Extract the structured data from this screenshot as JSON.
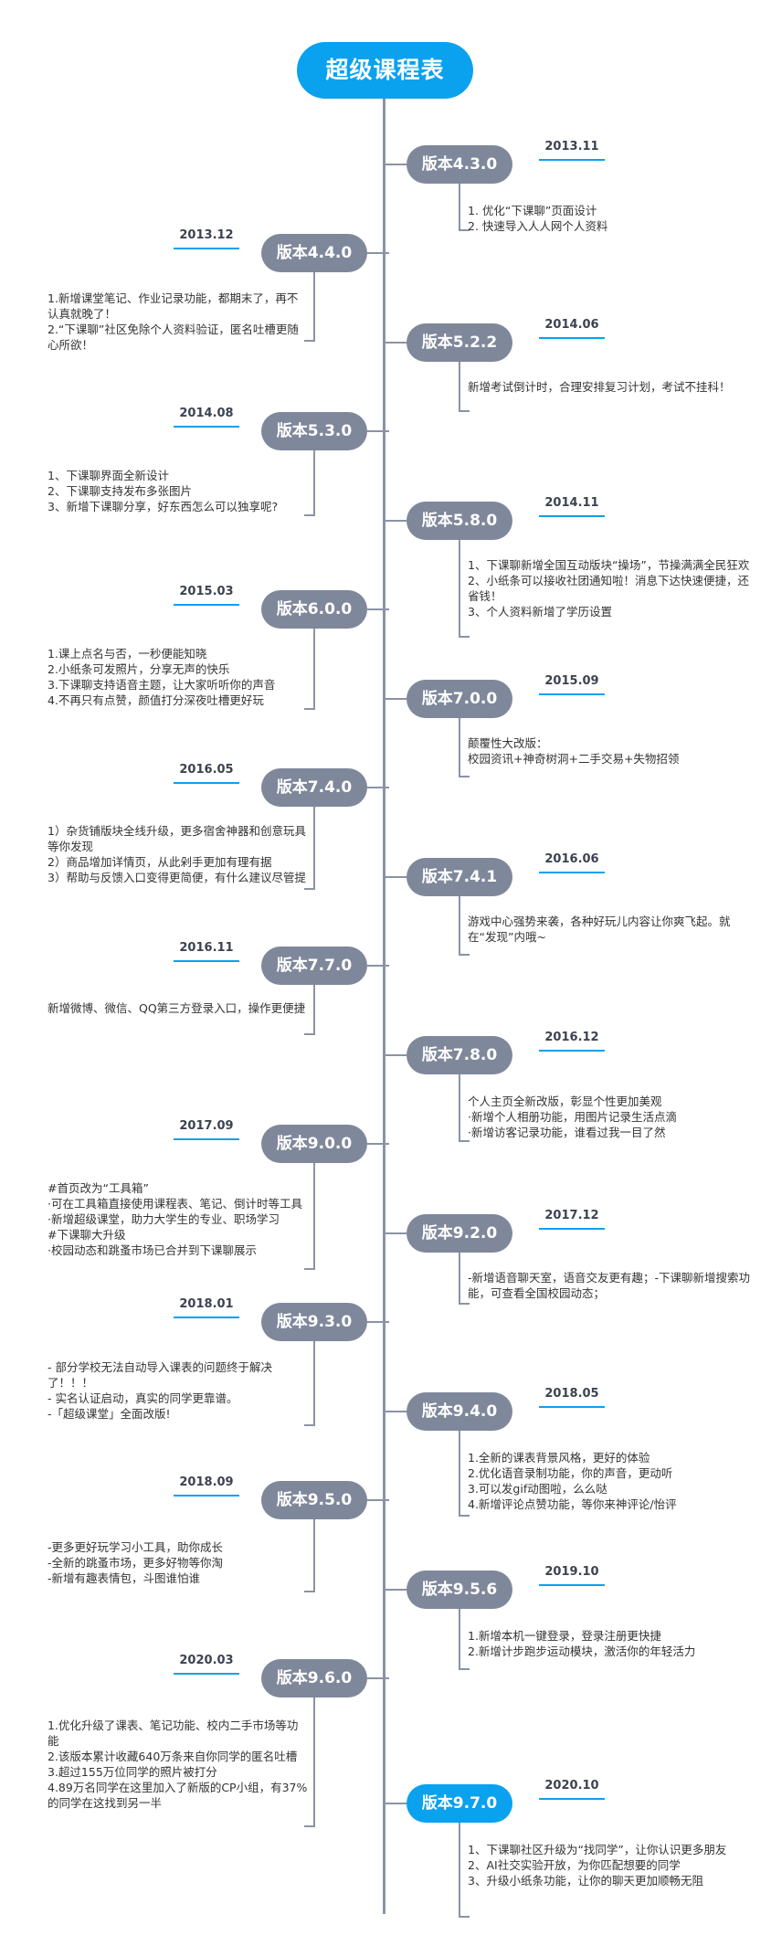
{
  "title": "超级课程表",
  "timeline": [
    {
      "side": "right",
      "version": "版本4.3.0",
      "date": "2013.11",
      "text": "1. 优化“下课聊”页面设计\n2. 快速导入人人网个人资料"
    },
    {
      "side": "left",
      "version": "版本4.4.0",
      "date": "2013.12",
      "text": "1.新增课堂笔记、作业记录功能，都期末了，再不认真就晚了！\n2.“下课聊”社区免除个人资料验证，匿名吐槽更随心所欲！"
    },
    {
      "side": "right",
      "version": "版本5.2.2",
      "date": "2014.06",
      "text": "新增考试倒计时，合理安排复习计划，考试不挂科！"
    },
    {
      "side": "left",
      "version": "版本5.3.0",
      "date": "2014.08",
      "text": "1、下课聊界面全新设计\n2、下课聊支持发布多张图片\n3、新增下课聊分享，好东西怎么可以独享呢?"
    },
    {
      "side": "right",
      "version": "版本5.8.0",
      "date": "2014.11",
      "text": "1、下课聊新增全国互动版块“操场”，节操满满全民狂欢\n2、小纸条可以接收社团通知啦！消息下达快速便捷，还省钱！\n3、个人资料新增了学历设置"
    },
    {
      "side": "left",
      "version": "版本6.0.0",
      "date": "2015.03",
      "text": "1.课上点名与否，一秒便能知晓\n2.小纸条可发照片，分享无声的快乐\n3.下课聊支持语音主题，让大家听听你的声音\n4.不再只有点赞，颜值打分深夜吐槽更好玩"
    },
    {
      "side": "right",
      "version": "版本7.0.0",
      "date": "2015.09",
      "text": "颠覆性大改版：\n校园资讯+神奇树洞+二手交易+失物招领"
    },
    {
      "side": "left",
      "version": "版本7.4.0",
      "date": "2016.05",
      "text": "1）杂货铺版块全线升级，更多宿舍神器和创意玩具等你发现\n2）商品增加详情页，从此剁手更加有理有据\n3）帮助与反馈入口变得更简便，有什么建议尽管提"
    },
    {
      "side": "right",
      "version": "版本7.4.1",
      "date": "2016.06",
      "text": "游戏中心强势来袭，各种好玩儿内容让你爽飞起。就在“发现”内哦~"
    },
    {
      "side": "left",
      "version": "版本7.7.0",
      "date": "2016.11",
      "text": "新增微博、微信、QQ第三方登录入口，操作更便捷"
    },
    {
      "side": "right",
      "version": "版本7.8.0",
      "date": "2016.12",
      "text": "个人主页全新改版，彰显个性更加美观\n·新增个人相册功能，用图片记录生活点滴\n·新增访客记录功能，谁看过我一目了然"
    },
    {
      "side": "left",
      "version": "版本9.0.0",
      "date": "2017.09",
      "text": "#首页改为“工具箱”\n·可在工具箱直接使用课程表、笔记、倒计时等工具\n·新增超级课堂，助力大学生的专业、职场学习\n#下课聊大升级\n·校园动态和跳蚤市场已合并到下课聊展示"
    },
    {
      "side": "right",
      "version": "版本9.2.0",
      "date": "2017.12",
      "text": "-新增语音聊天室，语音交友更有趣；-下课聊新增搜索功能，可查看全国校园动态；"
    },
    {
      "side": "left",
      "version": "版本9.3.0",
      "date": "2018.01",
      "text": "- 部分学校无法自动导入课表的问题终于解决了！！！\n- 实名认证启动，真实的同学更靠谱。\n-「超级课堂」全面改版!"
    },
    {
      "side": "right",
      "version": "版本9.4.0",
      "date": "2018.05",
      "text": "1.全新的课表背景风格，更好的体验\n2.优化语音录制功能，你的声音，更动听\n3.可以发gif动图啦，么么哒\n4.新增评论点赞功能，等你来神评论/怡评"
    },
    {
      "side": "left",
      "version": "版本9.5.0",
      "date": "2018.09",
      "text": "-更多更好玩学习小工具，助你成长\n-全新的跳蚤市场，更多好物等你淘\n-新增有趣表情包，斗图谁怕谁"
    },
    {
      "side": "right",
      "version": "版本9.5.6",
      "date": "2019.10",
      "text": "1.新增本机一键登录，登录注册更快捷\n2.新增计步跑步运动模块，激活你的年轻活力"
    },
    {
      "side": "left",
      "version": "版本9.6.0",
      "date": "2020.03",
      "text": "1.优化升级了课表、笔记功能、校内二手市场等功能\n2.该版本累计收藏640万条来自你同学的匿名吐槽\n3.超过155万位同学的照片被打分\n4.89万名同学在这里加入了新版的CP小组，有37%的同学在这找到另一半"
    },
    {
      "side": "right",
      "version": "版本9.7.0",
      "date": "2020.10",
      "highlight": true,
      "text": "1、下课聊社区升级为“找同学”，让你认识更多朋友\n2、AI社交实验开放，为你匹配想要的同学\n3、升级小纸条功能，让你的聊天更加顺畅无阻"
    }
  ]
}
